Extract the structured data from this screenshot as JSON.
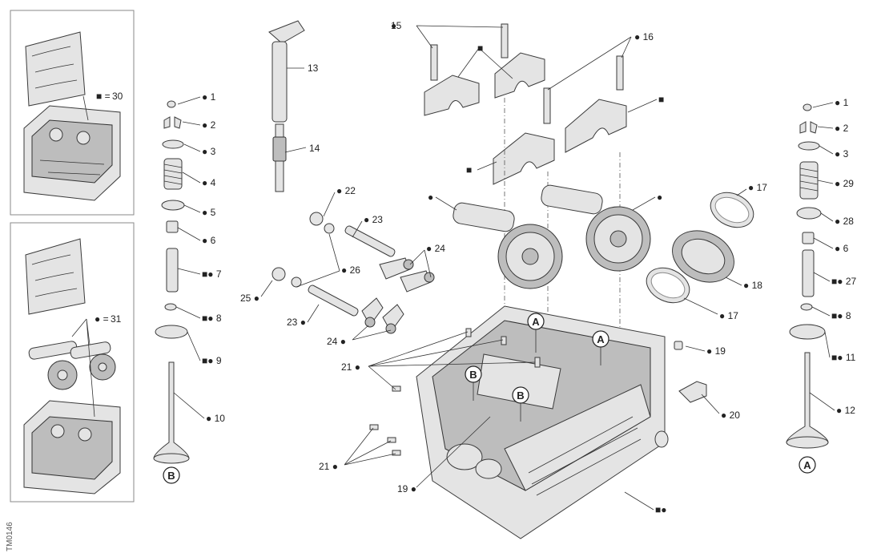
{
  "doc_code": "TM0146",
  "symbols": {
    "dot": "●",
    "square": "■",
    "equals": "="
  },
  "frames": [
    {
      "name": "upper-kit-frame",
      "label": "30",
      "marker": "■ ="
    },
    {
      "name": "lower-kit-frame",
      "label": "31",
      "marker": "● ="
    }
  ],
  "callouts": {
    "c1_left": "1",
    "c2_left": "2",
    "c3_left": "3",
    "c4": "4",
    "c5": "5",
    "c6_left": "6",
    "c7": "7",
    "c8_left": "8",
    "c9": "9",
    "c10": "10",
    "c13": "13",
    "c14": "14",
    "c15": "15",
    "c16": "16",
    "c17_top": "17",
    "c17_bot": "17",
    "c18": "18",
    "c19_right": "19",
    "c19_bottom": "19",
    "c20": "20",
    "c21_top": "21",
    "c21_bottom": "21",
    "c22": "22",
    "c23_top": "23",
    "c23_bot": "23",
    "c24_top": "24",
    "c24_bot": "24",
    "c25": "25",
    "c26": "26",
    "c1_right": "1",
    "c2_right": "2",
    "c3_right": "3",
    "c29": "29",
    "c28": "28",
    "c6_right": "6",
    "c27": "27",
    "c8_right": "8",
    "c11": "11",
    "c12": "12"
  },
  "view_markers": {
    "A": "A",
    "B": "B"
  },
  "colors": {
    "ink": "#222222",
    "part": "#e4e4e4",
    "part_dark": "#bdbdbd",
    "frame": "#8a8a8a"
  }
}
